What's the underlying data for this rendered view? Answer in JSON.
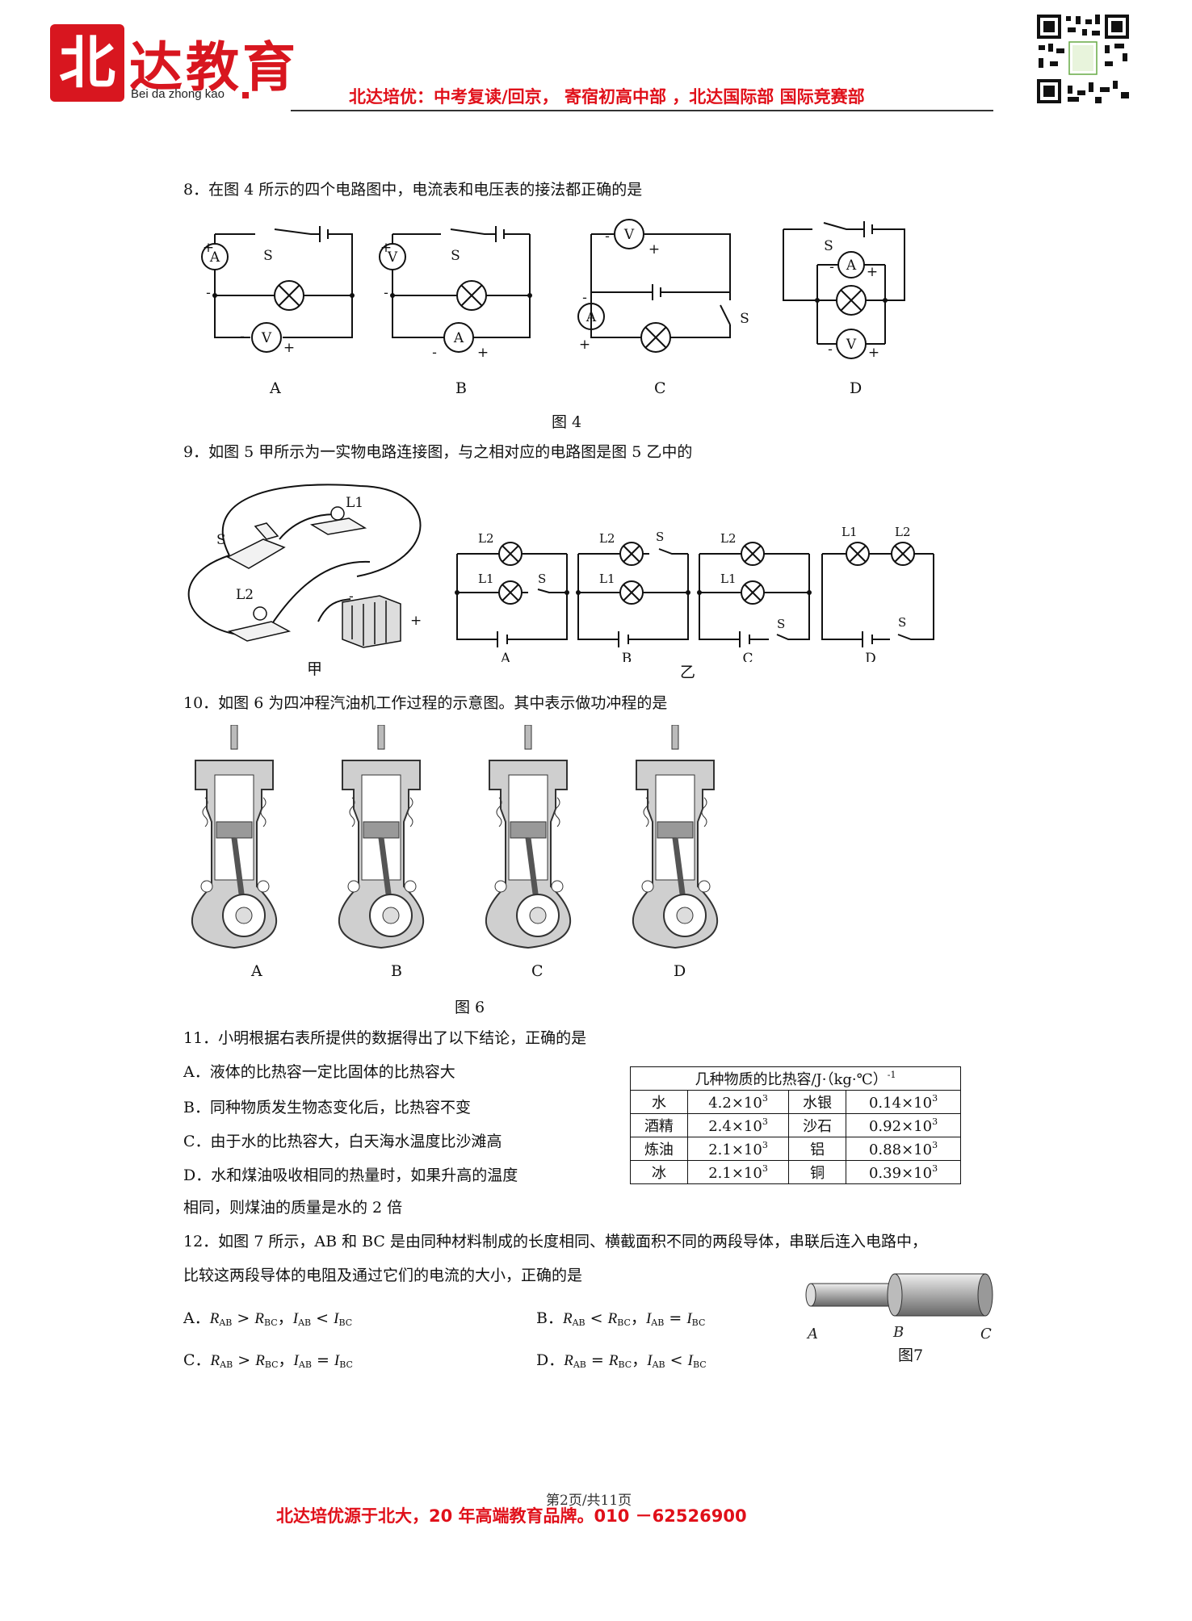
{
  "header": {
    "logo_char": "北",
    "brand": "达教育",
    "brand_sub": "Bei da zhong kao",
    "slogan": "北达培优：中考复读/回京， 寄宿初高中部 ，北达国际部 国际竞赛部"
  },
  "q8": {
    "text": "8．在图 4 所示的四个电路图中，电流表和电压表的接法都正确的是",
    "options": [
      "A",
      "B",
      "C",
      "D"
    ],
    "figure": "图 4"
  },
  "q9": {
    "text": "9．如图 5 甲所示为一实物电路连接图，与之相对应的电路图是图 5 乙中的",
    "left_label": "甲",
    "right_label": "乙",
    "options": [
      "A",
      "B",
      "C",
      "D"
    ]
  },
  "q10": {
    "text": "10．如图 6 为四冲程汽油机工作过程的示意图。其中表示做功冲程的是",
    "options": [
      "A",
      "B",
      "C",
      "D"
    ],
    "figure": "图 6"
  },
  "q11": {
    "text": "11．小明根据右表所提供的数据得出了以下结论，正确的是",
    "options": [
      "A．液体的比热容一定比固体的比热容大",
      "B．同种物质发生物态变化后，比热容不变",
      "C．由于水的比热容大，白天海水温度比沙滩高",
      "D．水和煤油吸收相同的热量时，如果升高的温度",
      "相同，则煤油的质量是水的 2 倍"
    ],
    "table_title": "几种物质的比热容/J·（kg·℃）",
    "table_title_sup": "-1",
    "rows": [
      [
        "水",
        "4.2×10",
        "水银",
        "0.14×10"
      ],
      [
        "酒精",
        "2.4×10",
        "沙石",
        "0.92×10"
      ],
      [
        "炼油",
        "2.1×10",
        "铝",
        "0.88×10"
      ],
      [
        "冰",
        "2.1×10",
        "铜",
        "0.39×10"
      ]
    ],
    "exp": "3"
  },
  "q12": {
    "line1": "12．如图 7 所示，AB 和 BC 是由同种材料制成的长度相同、横截面积不同的两段导体，串联后连入电路中，",
    "line2": "比较这两段导体的电阻及通过它们的电流的大小，正确的是",
    "figure": "图7",
    "fig_labels": [
      "A",
      "B",
      "C"
    ],
    "options": [
      {
        "letter": "A．",
        "r_op": ">",
        "i_op": "<"
      },
      {
        "letter": "B．",
        "r_op": "<",
        "i_op": "="
      },
      {
        "letter": "C．",
        "r_op": ">",
        "i_op": "="
      },
      {
        "letter": "D．",
        "r_op": "=",
        "i_op": "<"
      }
    ]
  },
  "footer": {
    "page": "第2页/共11页",
    "slogan": "北达培优源于北大，20 年高端教育品牌。010 －62526900"
  },
  "symbols": {
    "ammeter": "A",
    "voltmeter": "V",
    "switch": "S",
    "L1": "L1",
    "L2": "L2",
    "plus": "+",
    "minus": "-"
  }
}
